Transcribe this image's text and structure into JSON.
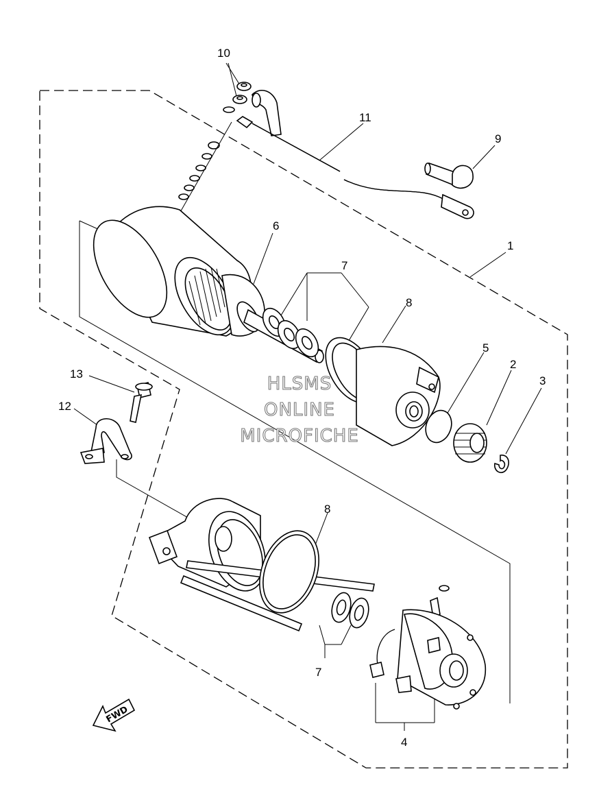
{
  "callouts": {
    "c1": "1",
    "c2": "2",
    "c3": "3",
    "c4": "4",
    "c5": "5",
    "c6": "6",
    "c7a": "7",
    "c7b": "7",
    "c8a": "8",
    "c8b": "8",
    "c9": "9",
    "c10": "10",
    "c11": "11",
    "c12": "12",
    "c13": "13"
  },
  "watermark": {
    "line1": "HLSMS",
    "line2": "ONLINE",
    "line3": "MICROFICHE"
  },
  "fwd_label": "FWD"
}
